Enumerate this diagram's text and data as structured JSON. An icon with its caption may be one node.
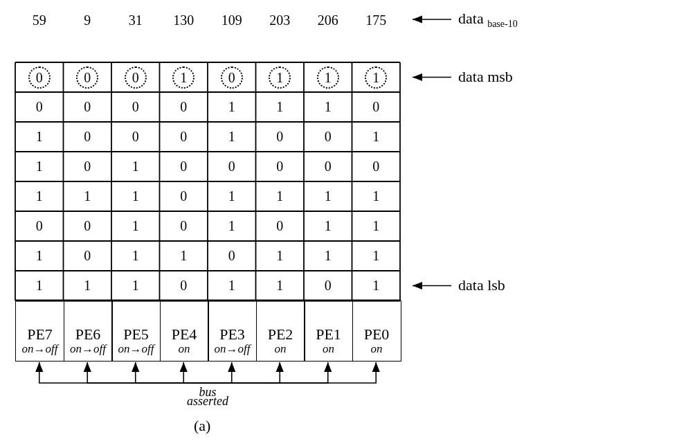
{
  "diagram": {
    "caption": "(a)",
    "nodes": [
      {
        "text": [
          "PE7",
          "on→off"
        ]
      },
      {
        "text": [
          "PE6",
          "on→off"
        ]
      },
      {
        "text": [
          "PE5",
          "on→off"
        ]
      },
      {
        "text": [
          "PE4",
          "on"
        ]
      },
      {
        "text": [
          "PE3",
          "on→off"
        ]
      },
      {
        "text": [
          "PE2",
          "on"
        ]
      },
      {
        "text": [
          "PE1",
          "on"
        ]
      },
      {
        "text": [
          "PE0",
          "on"
        ]
      },
      {
        "text": [
          "data $_{base-10}$"
        ]
      },
      {
        "text": [
          "data msb"
        ]
      },
      {
        "text": [
          "data lsb"
        ]
      },
      {
        "text": [
          "bus asserted"
        ]
      }
    ],
    "edges": [
      {
        "from": 8,
        "to": null,
        "arrow": "to"
      },
      {
        "from": 9,
        "to": null,
        "arrow": "to"
      },
      {
        "from": 10,
        "to": null,
        "arrow": "to"
      },
      {
        "from": 11,
        "to": 0,
        "arrow": "to"
      },
      {
        "from": 11,
        "to": 1,
        "arrow": "to"
      },
      {
        "from": 11,
        "to": 2,
        "arrow": "to"
      },
      {
        "from": 11,
        "to": 3,
        "arrow": "to"
      },
      {
        "from": 11,
        "to": 4,
        "arrow": "to"
      },
      {
        "from": 11,
        "to": 5,
        "arrow": "to"
      },
      {
        "from": 11,
        "to": 6,
        "arrow": "to"
      },
      {
        "from": 11,
        "to": 7,
        "arrow": "to"
      }
    ],
    "labels": [
      "59",
      "9",
      "31",
      "130",
      "109",
      "203",
      "206",
      "175",
      "0",
      "0",
      "0",
      "1",
      "0",
      "1",
      "1",
      "1",
      "0",
      "0",
      "0",
      "0",
      "1",
      "1",
      "1",
      "0",
      "1",
      "0",
      "0",
      "0",
      "1",
      "0",
      "0",
      "1",
      "1",
      "0",
      "1",
      "0",
      "0",
      "0",
      "0",
      "0",
      "1",
      "1",
      "1",
      "0",
      "1",
      "1",
      "1",
      "1",
      "0",
      "0",
      "1",
      "0",
      "1",
      "0",
      "1",
      "1",
      "1",
      "0",
      "1",
      "1",
      "0",
      "1",
      "1",
      "1",
      "1",
      "1",
      "1",
      "0",
      "1",
      "1",
      "0",
      "1"
    ]
  }
}
